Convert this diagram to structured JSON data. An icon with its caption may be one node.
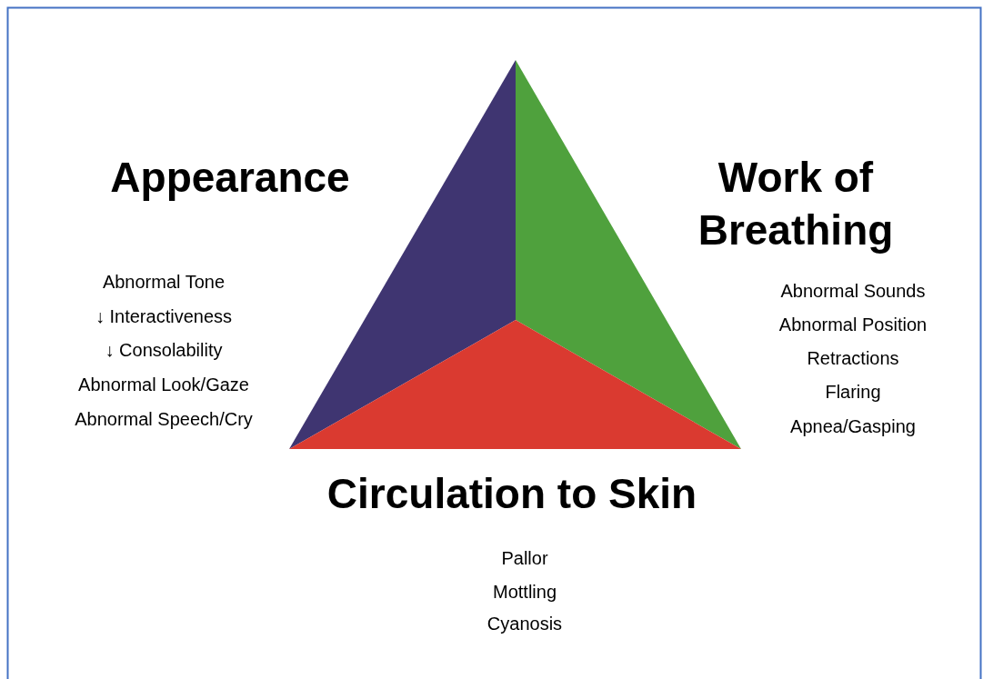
{
  "diagram": {
    "labels": [
      "Appearance",
      "Work of Breathing",
      "Abnormal Tone",
      "↓ Interactiveness",
      "↓ Consolability",
      "Abnormal Look/Gaze",
      "Abnormal Speech/Cry",
      "Abnormal Sounds",
      "Abnormal Position",
      "Retractions",
      "Flaring",
      "Apnea/Gasping",
      "Circulation to Skin",
      "Pallor",
      "Mottling",
      "Cyanosis"
    ]
  }
}
